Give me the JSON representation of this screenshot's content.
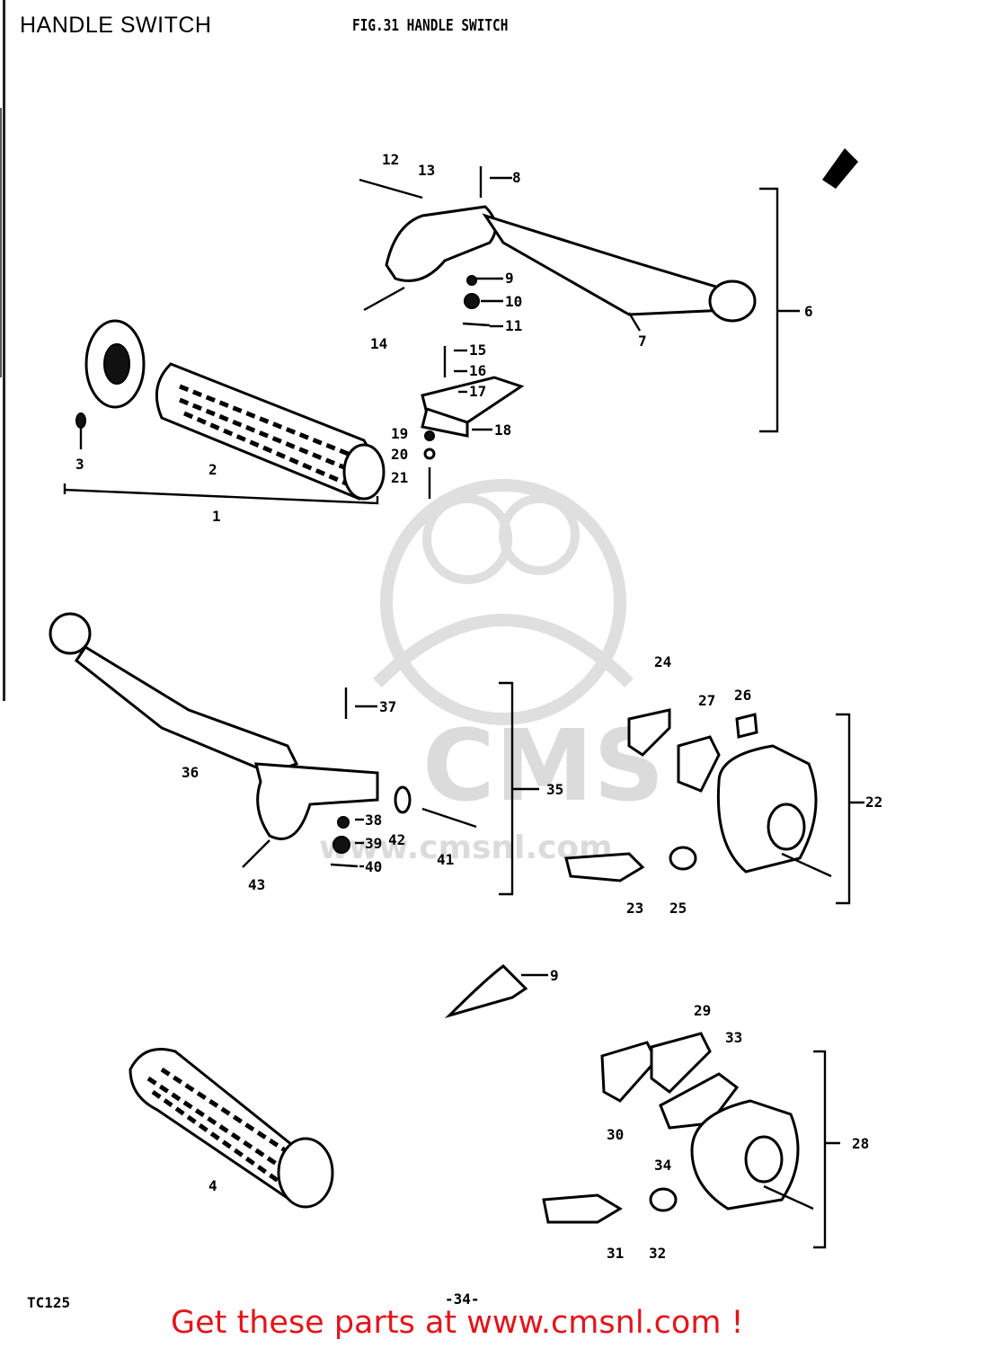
{
  "header": {
    "title": "HANDLE SWITCH",
    "figure_title": "FIG.31 HANDLE SWITCH"
  },
  "footer": {
    "model_code": "TC125",
    "page_number": "-34-",
    "link_text": "Get these parts at www.cmsnl.com !",
    "link_color": "#e3141b"
  },
  "watermark": {
    "brand": "CMS",
    "site": "www.cmsnl.com"
  },
  "callouts": [
    "1",
    "2",
    "3",
    "4",
    "6",
    "7",
    "8",
    "9",
    "10",
    "11",
    "12",
    "13",
    "14",
    "15",
    "16",
    "17",
    "18",
    "19",
    "20",
    "21",
    "22",
    "23",
    "24",
    "25",
    "26",
    "27",
    "28",
    "29",
    "30",
    "31",
    "32",
    "33",
    "34",
    "35",
    "36",
    "37",
    "38",
    "39",
    "40",
    "41",
    "42",
    "43",
    "9"
  ]
}
